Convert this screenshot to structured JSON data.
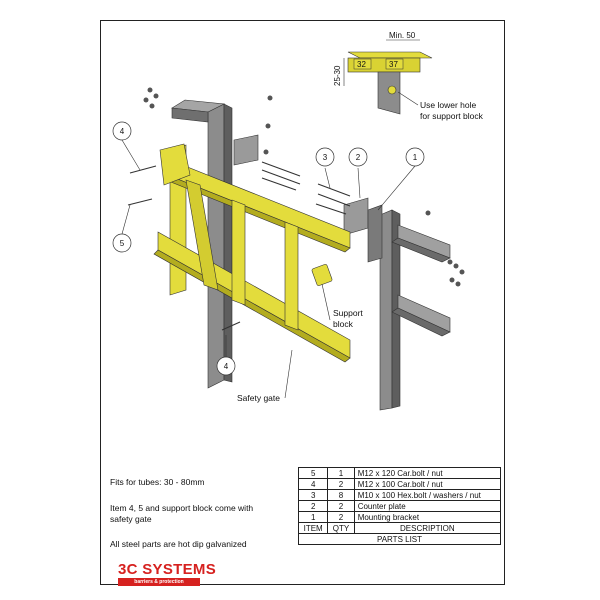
{
  "dimensions": {
    "min_label": "Min. 50",
    "range_label": "25-30",
    "slot_a": "32",
    "slot_b": "37"
  },
  "callouts": {
    "lower_hole": "Use lower hole",
    "lower_hole_2": "for support block",
    "support_block": "Support",
    "support_block_2": "block",
    "safety_gate": "Safety gate"
  },
  "item_bubbles": [
    "4",
    "5",
    "4",
    "3",
    "2",
    "1"
  ],
  "notes": {
    "tubes": "Fits for tubes: 30 - 80mm",
    "items_line1": "Item 4, 5 and support block come with",
    "items_line2": "safety gate",
    "galvanized": "All steel parts are hot dip galvanized"
  },
  "parts_list": {
    "rows": [
      {
        "item": "5",
        "qty": "1",
        "description": "M12 x 120 Car.bolt  / nut"
      },
      {
        "item": "4",
        "qty": "2",
        "description": "M12 x 100 Car.bolt  / nut"
      },
      {
        "item": "3",
        "qty": "8",
        "description": "M10 x 100 Hex.bolt / washers / nut"
      },
      {
        "item": "2",
        "qty": "2",
        "description": "Counter plate"
      },
      {
        "item": "1",
        "qty": "2",
        "description": "Mounting bracket"
      }
    ],
    "headers": {
      "item": "ITEM",
      "qty": "QTY",
      "description": "DESCRIPTION"
    },
    "title": "PARTS LIST"
  },
  "brand": {
    "name": "3C SYSTEMS",
    "tagline": "barriers & protection",
    "color": "#d6211f"
  },
  "colors": {
    "gate": "#e3dc3c",
    "gate_dark": "#b3ac1f",
    "steel": "#8c8c8c",
    "steel_dark": "#5e5e5e"
  }
}
